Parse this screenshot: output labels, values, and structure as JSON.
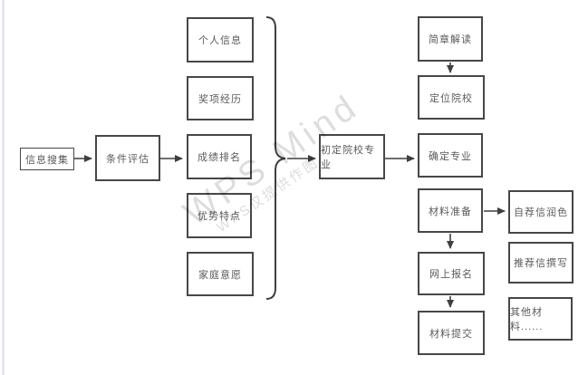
{
  "watermark": {
    "main": "WPS Mind",
    "sub": "WPS仅提供作图"
  },
  "nodes": {
    "info_collect": {
      "label": "信息搜集"
    },
    "condition_eval": {
      "label": "条件评估"
    },
    "personal_info": {
      "label": "个人信息"
    },
    "awards": {
      "label": "奖项经历"
    },
    "grades": {
      "label": "成绩排名"
    },
    "strengths": {
      "label": "优势特点"
    },
    "family_wish": {
      "label": "家庭意愿"
    },
    "preliminary": {
      "label": "初定院校专业"
    },
    "brochure": {
      "label": "简章解读"
    },
    "locate_school": {
      "label": "定位院校"
    },
    "confirm_major": {
      "label": "确定专业"
    },
    "material_prep": {
      "label": "材料准备"
    },
    "online_reg": {
      "label": "网上报名"
    },
    "material_submit": {
      "label": "材料提交"
    },
    "self_letter": {
      "label": "自荐信润色"
    },
    "rec_letter": {
      "label": "推荐信撰写"
    },
    "other_materials": {
      "label": "其他材料......"
    }
  },
  "colors": {
    "box_border": "#474747",
    "box_text": "#5a5a5a",
    "connector": "#3f3f3f",
    "left_edge_strip": "#e7e4f3",
    "background": "#ffffff",
    "watermark_gray": "#d9d9d9"
  }
}
